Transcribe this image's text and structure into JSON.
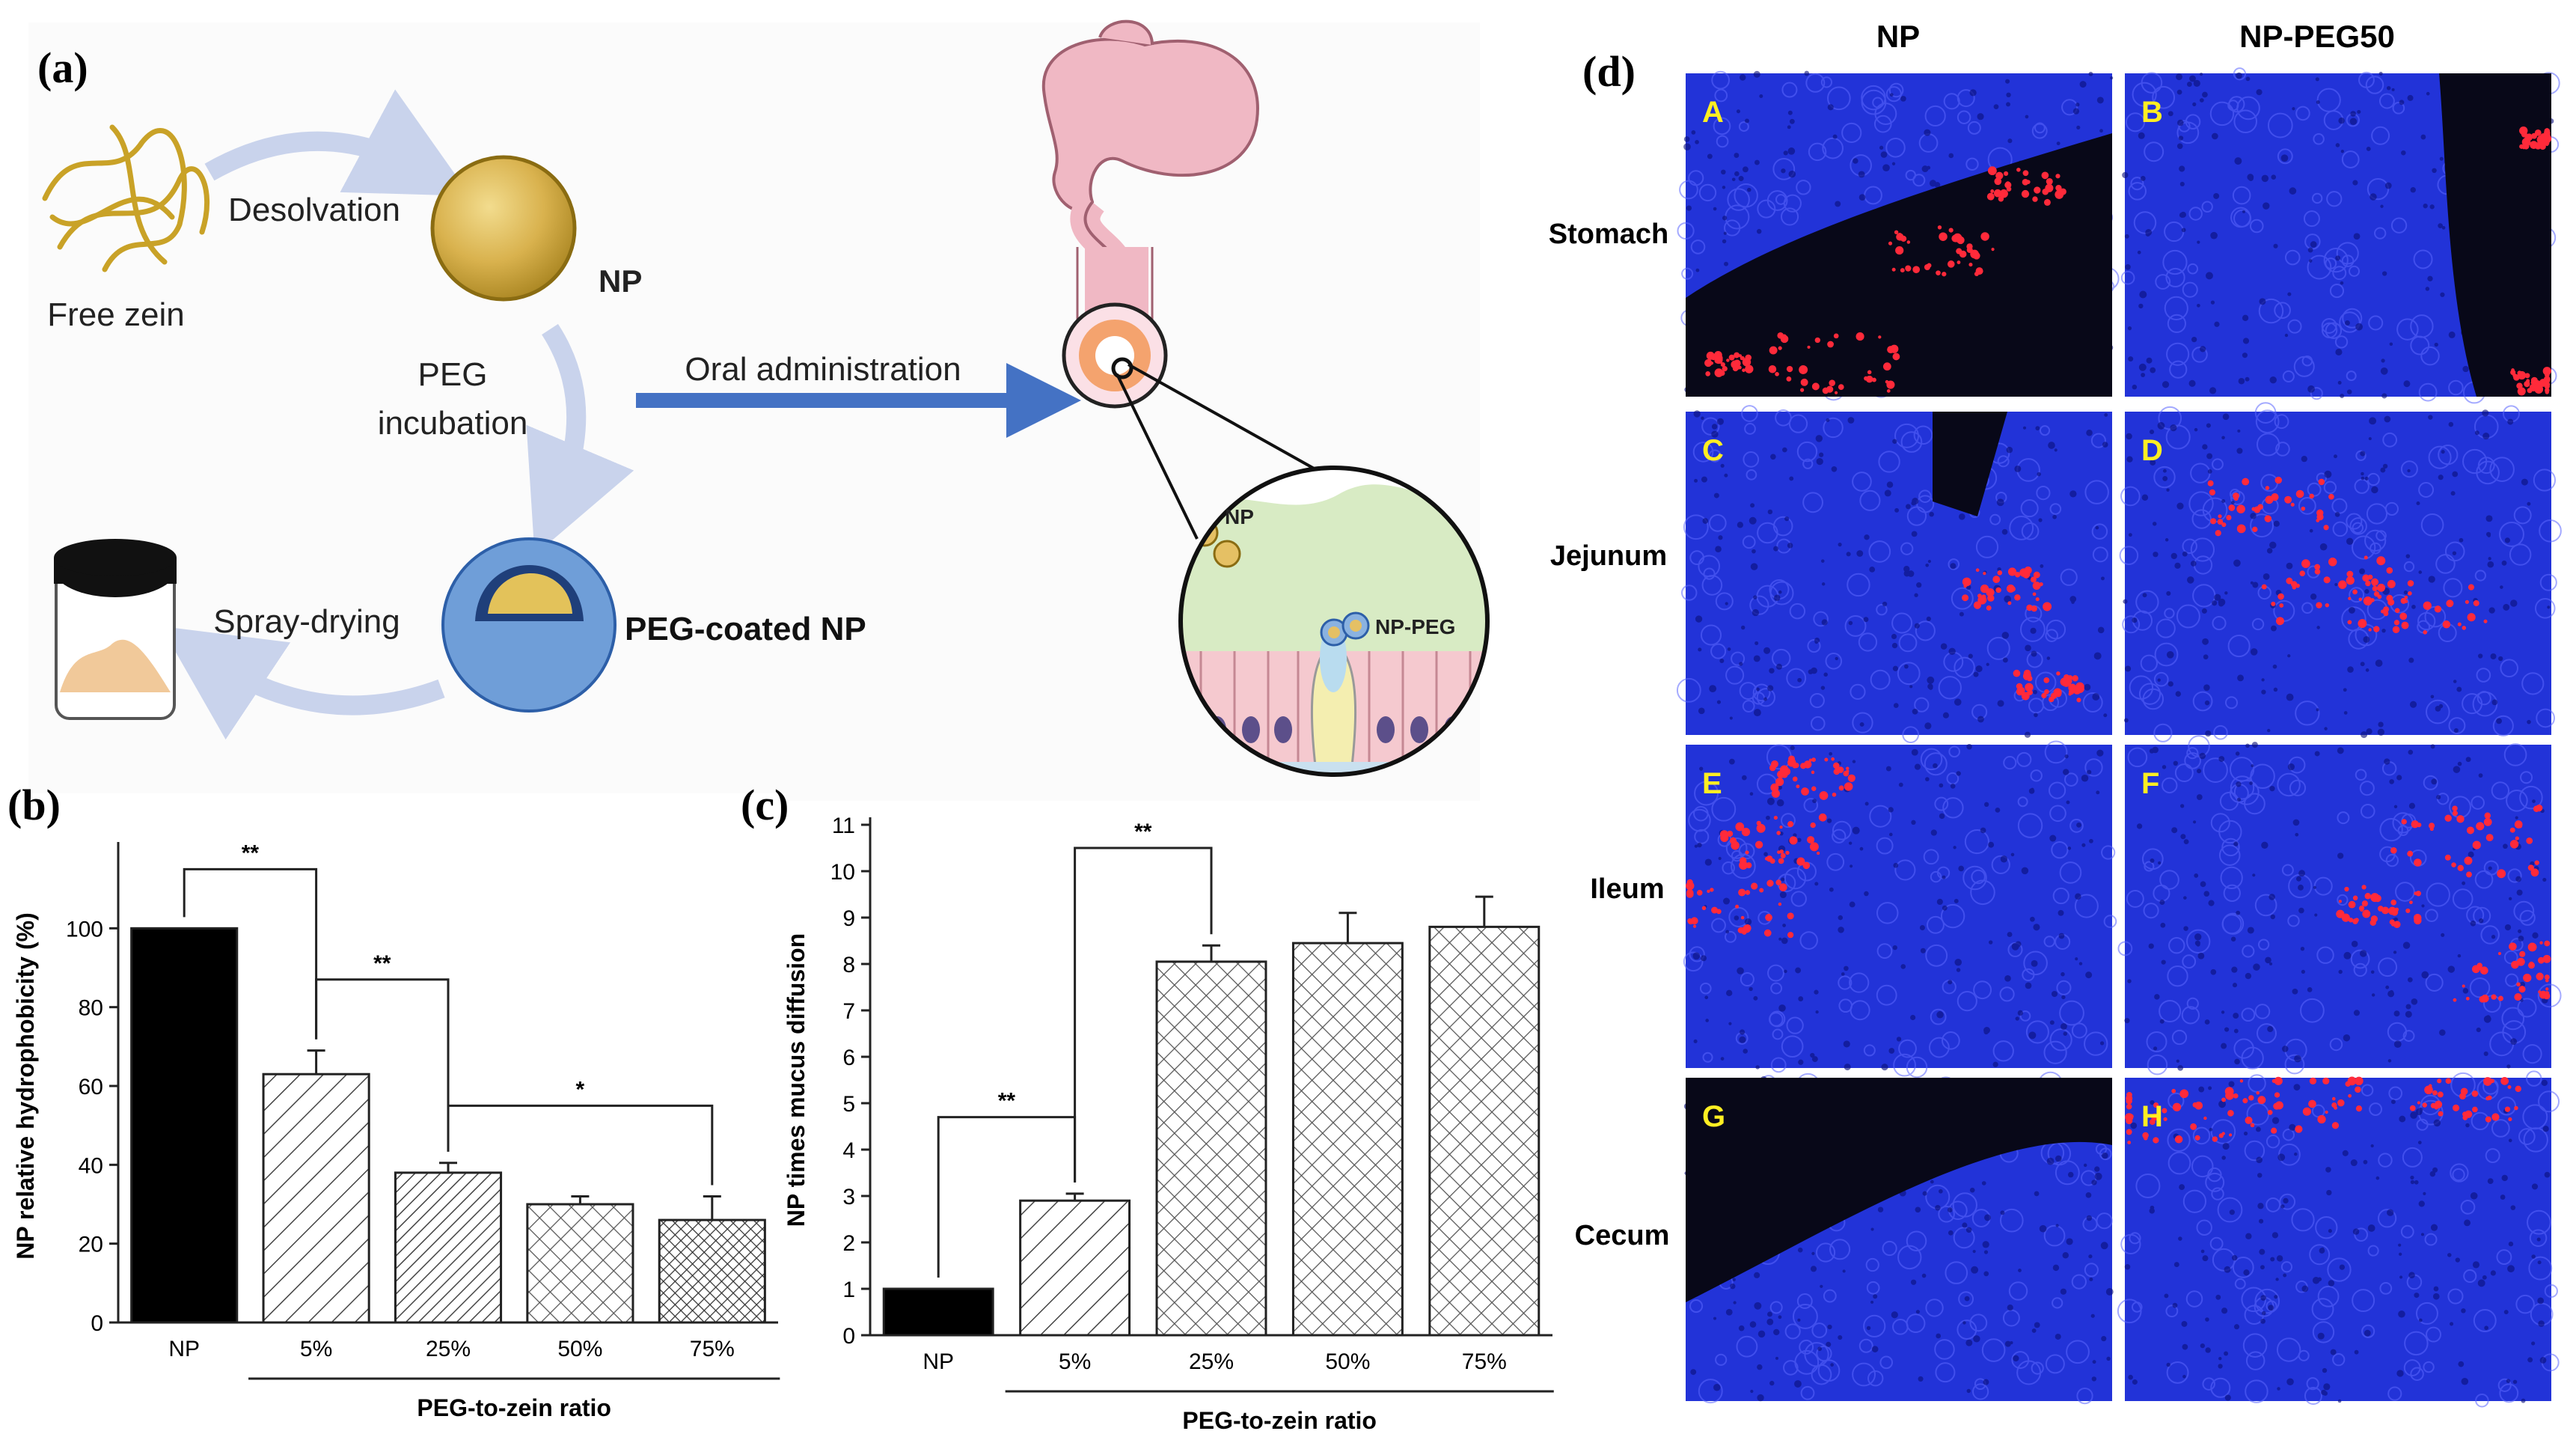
{
  "panel_a": {
    "label": "(a)",
    "free_zein": "Free zein",
    "desolvation": "Desolvation",
    "np": "NP",
    "peg_line1": "PEG",
    "peg_line2": "incubation",
    "peg_coated_np": "PEG-coated NP",
    "spray_drying": "Spray-drying",
    "oral_admin": "Oral administration",
    "inset_np": "NP",
    "inset_np_peg": "NP-PEG",
    "colors": {
      "arrow_light": "#c9d3ec",
      "arrow_blue": "#4472c4",
      "zein": "#c9a227",
      "peg": "#6f9ed8",
      "mucus": "#d8ebc4",
      "cells": "#f5c9cf"
    }
  },
  "chart_b": {
    "label": "(b)",
    "chart_data": {
      "type": "bar",
      "categories": [
        "NP",
        "5%",
        "25%",
        "50%",
        "75%"
      ],
      "values": [
        100,
        63,
        38,
        30,
        26
      ],
      "errors": [
        0,
        6,
        2.5,
        2,
        6
      ],
      "patterns": [
        "solid",
        "diag-wide",
        "diag-dense",
        "cross",
        "cross-dense"
      ],
      "ylabel": "NP relative hydrophobicity (%)",
      "xlabel": "PEG-to-zein ratio",
      "ylim": [
        0,
        120
      ],
      "yticks": [
        "0",
        "20",
        "40",
        "60",
        "80",
        "100"
      ],
      "significance": [
        {
          "from": 0,
          "to": 1,
          "label": "**"
        },
        {
          "from": 1,
          "to": 2,
          "label": "**"
        },
        {
          "from": 2,
          "to": 4,
          "label": "*"
        }
      ]
    }
  },
  "chart_c": {
    "label": "(c)",
    "chart_data": {
      "type": "bar",
      "categories": [
        "NP",
        "5%",
        "25%",
        "50%",
        "75%"
      ],
      "values": [
        1,
        2.9,
        8.05,
        8.45,
        8.8
      ],
      "errors": [
        0,
        0.15,
        0.35,
        0.65,
        0.65
      ],
      "patterns": [
        "solid",
        "diag-wide",
        "cross",
        "cross",
        "cross"
      ],
      "ylabel": "NP times mucus diffusion",
      "xlabel": "PEG-to-zein ratio",
      "ylim": [
        0,
        11
      ],
      "yticks": [
        "0",
        "1",
        "2",
        "3",
        "4",
        "5",
        "6",
        "7",
        "8",
        "9",
        "10",
        "11"
      ],
      "significance": [
        {
          "from": 0,
          "to": 1,
          "label": "**"
        },
        {
          "from": 1,
          "to": 2,
          "label": "**"
        }
      ]
    }
  },
  "panel_d": {
    "label": "(d)",
    "columns": [
      "NP",
      "NP-PEG50"
    ],
    "rows": [
      "Stomach",
      "Jejunum",
      "Ileum",
      "Cecum"
    ],
    "tiles": [
      "A",
      "B",
      "C",
      "D",
      "E",
      "F",
      "G",
      "H"
    ],
    "colors": {
      "tissue": "#2233d8",
      "background": "#080818",
      "signal": "#ff2a3a",
      "tile_label": "#ffee22"
    }
  }
}
